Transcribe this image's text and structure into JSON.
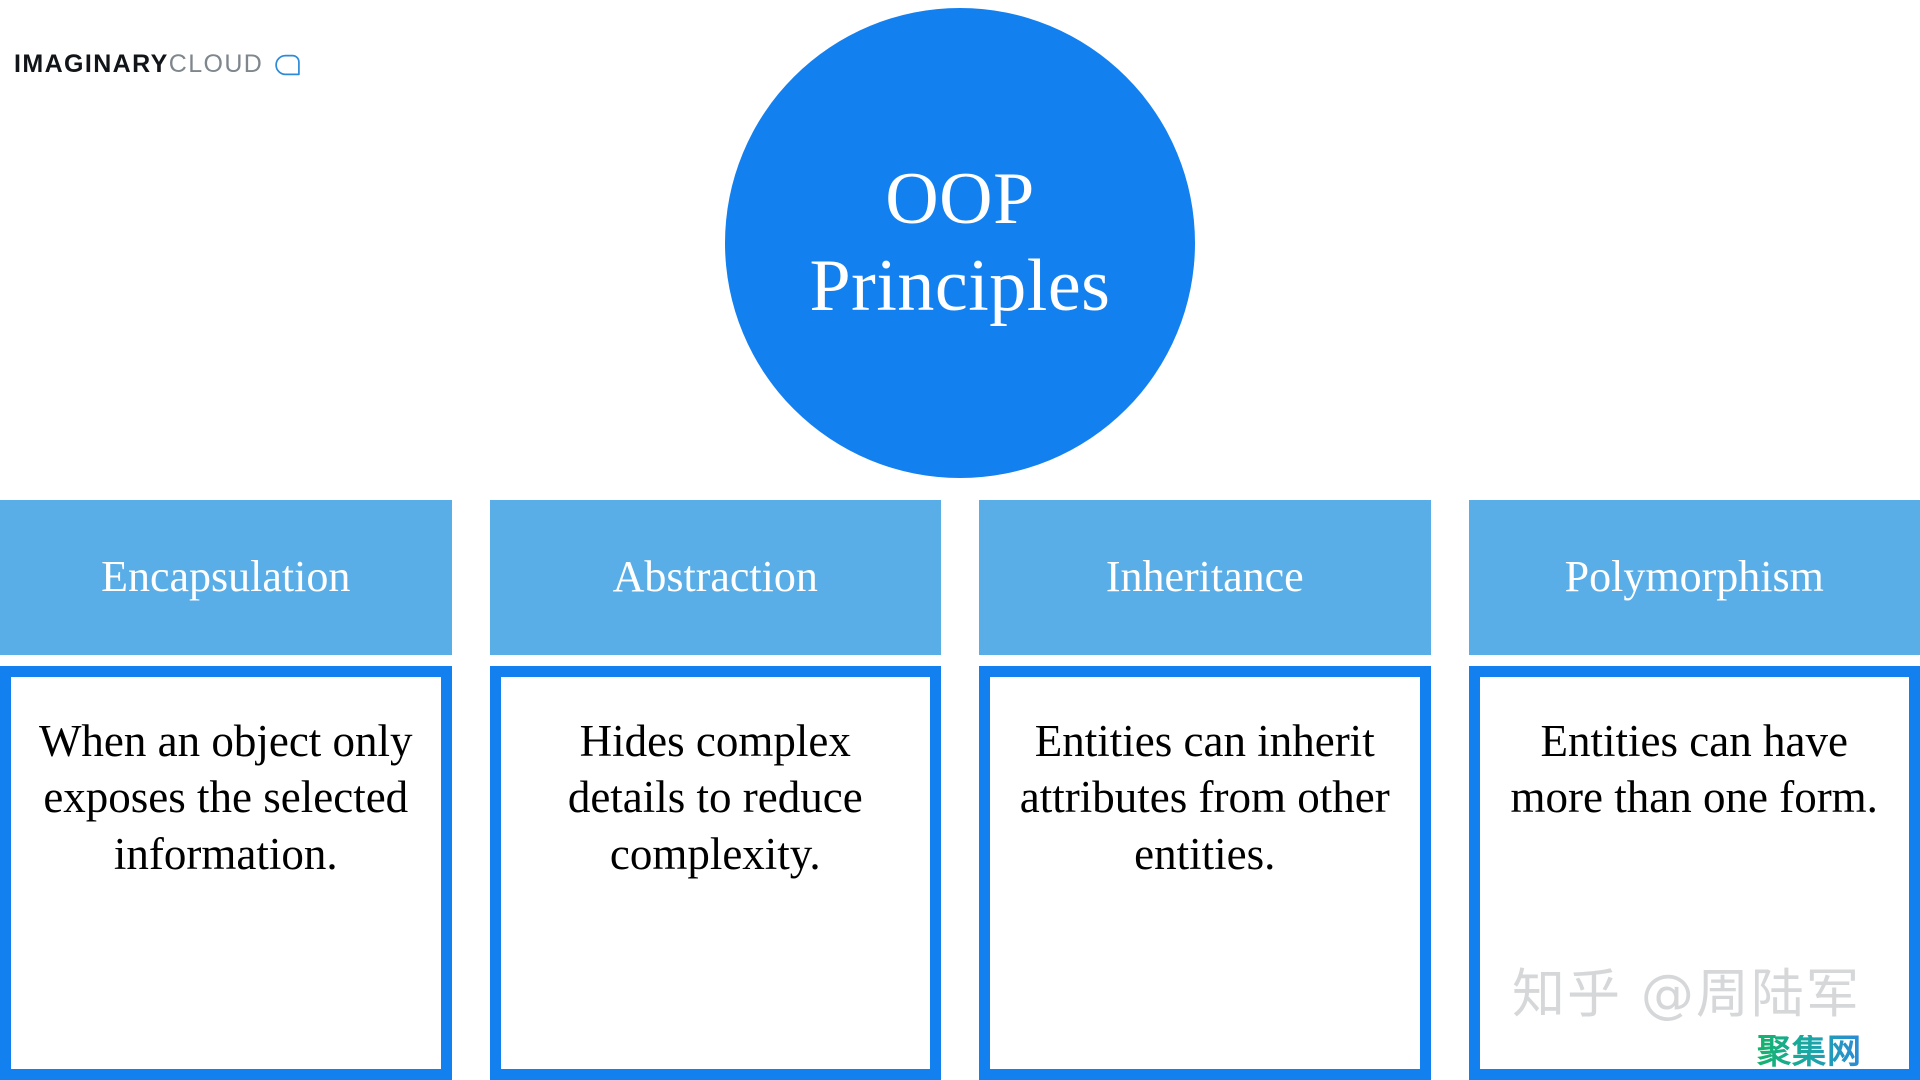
{
  "colors": {
    "brand_blue": "#1380F0",
    "header_blue": "#5AAEE8",
    "text_black": "#000000",
    "white": "#FFFFFF",
    "wordmark_dark": "#111418",
    "wordmark_light": "#7E868E",
    "watermark_gray": "#D5D7D9"
  },
  "brand": {
    "name_bold": "IMAGINARY",
    "name_light": "CLOUD",
    "icon": "speech-bubble-icon"
  },
  "hero": {
    "title_line_1": "OOP",
    "title_line_2": "Principles"
  },
  "columns": [
    {
      "header": "Encapsulation",
      "body": "When an object only exposes the selected information."
    },
    {
      "header": "Abstraction",
      "body": "Hides complex details to reduce complexity."
    },
    {
      "header": "Inheritance",
      "body": "Entities can inherit attributes from other entities."
    },
    {
      "header": "Polymorphism",
      "body": "Entities can have more than one form."
    }
  ],
  "watermarks": {
    "zhihu": "知乎 @周陆军",
    "jujiwang": "聚集网"
  }
}
